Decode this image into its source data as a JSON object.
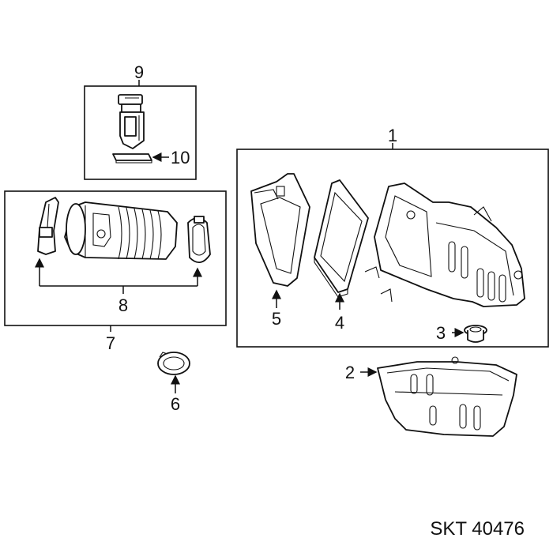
{
  "callouts": {
    "c1": "1",
    "c2": "2",
    "c3": "3",
    "c4": "4",
    "c5": "5",
    "c6": "6",
    "c7": "7",
    "c8": "8",
    "c9": "9",
    "c10": "10"
  },
  "footer": {
    "part_code": "SKT 40476"
  }
}
